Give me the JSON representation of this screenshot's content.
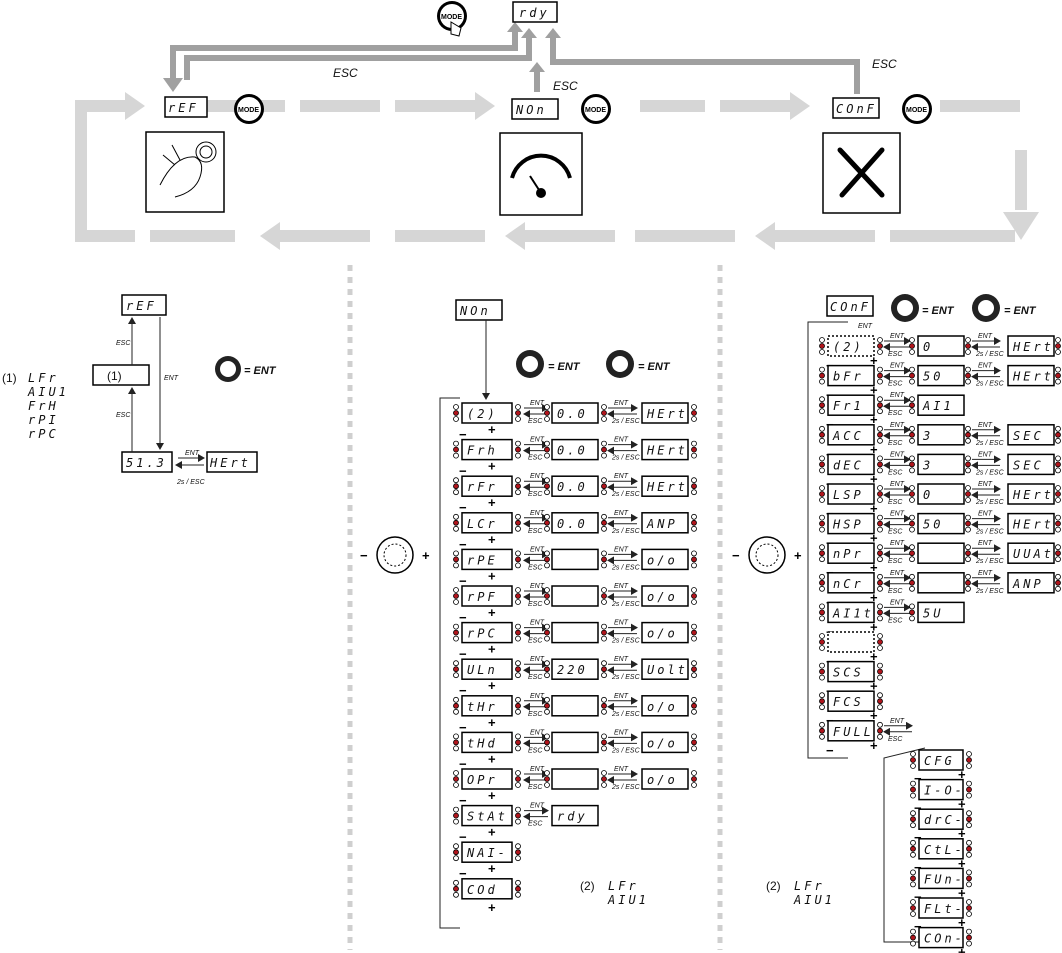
{
  "top": {
    "rdy": "rdy",
    "esc_left": "ESC",
    "esc_mid": "ESC",
    "esc_right": "ESC",
    "mode_label": "MODE",
    "modes": [
      {
        "code": "rEF",
        "icon": "hand-knob-icon"
      },
      {
        "code": "NOn",
        "icon": "gauge-icon"
      },
      {
        "code": "COnF",
        "icon": "tools-icon"
      }
    ]
  },
  "ref_panel": {
    "top_code": "rEF",
    "mid_code": "(1)",
    "bottom_code": "51.3",
    "unit_code": "HErt",
    "esc_top": "ESC",
    "esc_bottom": "ESC",
    "ent_side": "ENT",
    "ent_unit": "ENT",
    "esc_unit": "2s / ESC",
    "dial_eq": "= ENT",
    "note_label": "(1)",
    "note_codes": [
      "LFr",
      "AIU1",
      "FrH",
      "rPI",
      "rPC"
    ]
  },
  "mon_panel": {
    "header": "NOn",
    "dial_eq_1": "= ENT",
    "dial_eq_2": "= ENT",
    "wheel_minus": "−",
    "wheel_plus": "+",
    "ent": "ENT",
    "esc": "ESC",
    "esc2": "2s / ESC",
    "rows": [
      {
        "code": "(2)",
        "value": "0.0",
        "unit": "HErt"
      },
      {
        "code": "Frh",
        "value": "0.0",
        "unit": "HErt"
      },
      {
        "code": "rFr",
        "value": "0.0",
        "unit": "HErt"
      },
      {
        "code": "LCr",
        "value": "0.0",
        "unit": "ANP"
      },
      {
        "code": "rPE",
        "value": "",
        "unit": "o/o"
      },
      {
        "code": "rPF",
        "value": "",
        "unit": "o/o"
      },
      {
        "code": "rPC",
        "value": "",
        "unit": "o/o"
      },
      {
        "code": "ULn",
        "value": "220",
        "unit": "Uolt"
      },
      {
        "code": "tHr",
        "value": "",
        "unit": "o/o"
      },
      {
        "code": "tHd",
        "value": "",
        "unit": "o/o"
      },
      {
        "code": "OPr",
        "value": "",
        "unit": "o/o"
      },
      {
        "code": "StAt",
        "value": "rdy",
        "unit": ""
      },
      {
        "code": "NAI-",
        "value": "",
        "unit": ""
      },
      {
        "code": "COd",
        "value": "",
        "unit": ""
      }
    ],
    "note_label": "(2)",
    "note_codes": [
      "LFr",
      "AIU1"
    ]
  },
  "conf_panel": {
    "header": "COnF",
    "dial_eq_1": "= ENT",
    "dial_eq_2": "= ENT",
    "ent_below": "ENT",
    "wheel_minus": "−",
    "wheel_plus": "+",
    "ent": "ENT",
    "esc": "ESC",
    "esc2": "2s / ESC",
    "rows": [
      {
        "code": "(2)",
        "value": "0",
        "unit": "HErt"
      },
      {
        "code": "bFr",
        "value": "50",
        "unit": "HErt"
      },
      {
        "code": "Fr1",
        "value": "AI1",
        "unit": ""
      },
      {
        "code": "ACC",
        "value": "3",
        "unit": "SEC"
      },
      {
        "code": "dEC",
        "value": "3",
        "unit": "SEC"
      },
      {
        "code": "LSP",
        "value": "0",
        "unit": "HErt"
      },
      {
        "code": "HSP",
        "value": "50",
        "unit": "HErt"
      },
      {
        "code": "nPr",
        "value": "",
        "unit": "UUAt"
      },
      {
        "code": "nCr",
        "value": "",
        "unit": "ANP"
      },
      {
        "code": "AI1t",
        "value": "5U",
        "unit": ""
      },
      {
        "code": "",
        "value": "",
        "unit": ""
      },
      {
        "code": "SCS",
        "value": "",
        "unit": ""
      },
      {
        "code": "FCS",
        "value": "",
        "unit": ""
      },
      {
        "code": "FULL",
        "value": "",
        "unit": ""
      }
    ],
    "sub_ent": "ENT",
    "sub_esc": "ESC",
    "sub_rows": [
      "CFG",
      "I-O-",
      "drC-",
      "CtL-",
      "FUn-",
      "FLt-",
      "COn-"
    ],
    "note_label": "(2)",
    "note_codes": [
      "LFr",
      "AIU1"
    ]
  },
  "colors": {
    "led_red": "#b0151c",
    "arrow_gray": "#d6d6d6",
    "arrow_dark": "#a0a0a0",
    "dash_gray": "#cfcfcf"
  }
}
